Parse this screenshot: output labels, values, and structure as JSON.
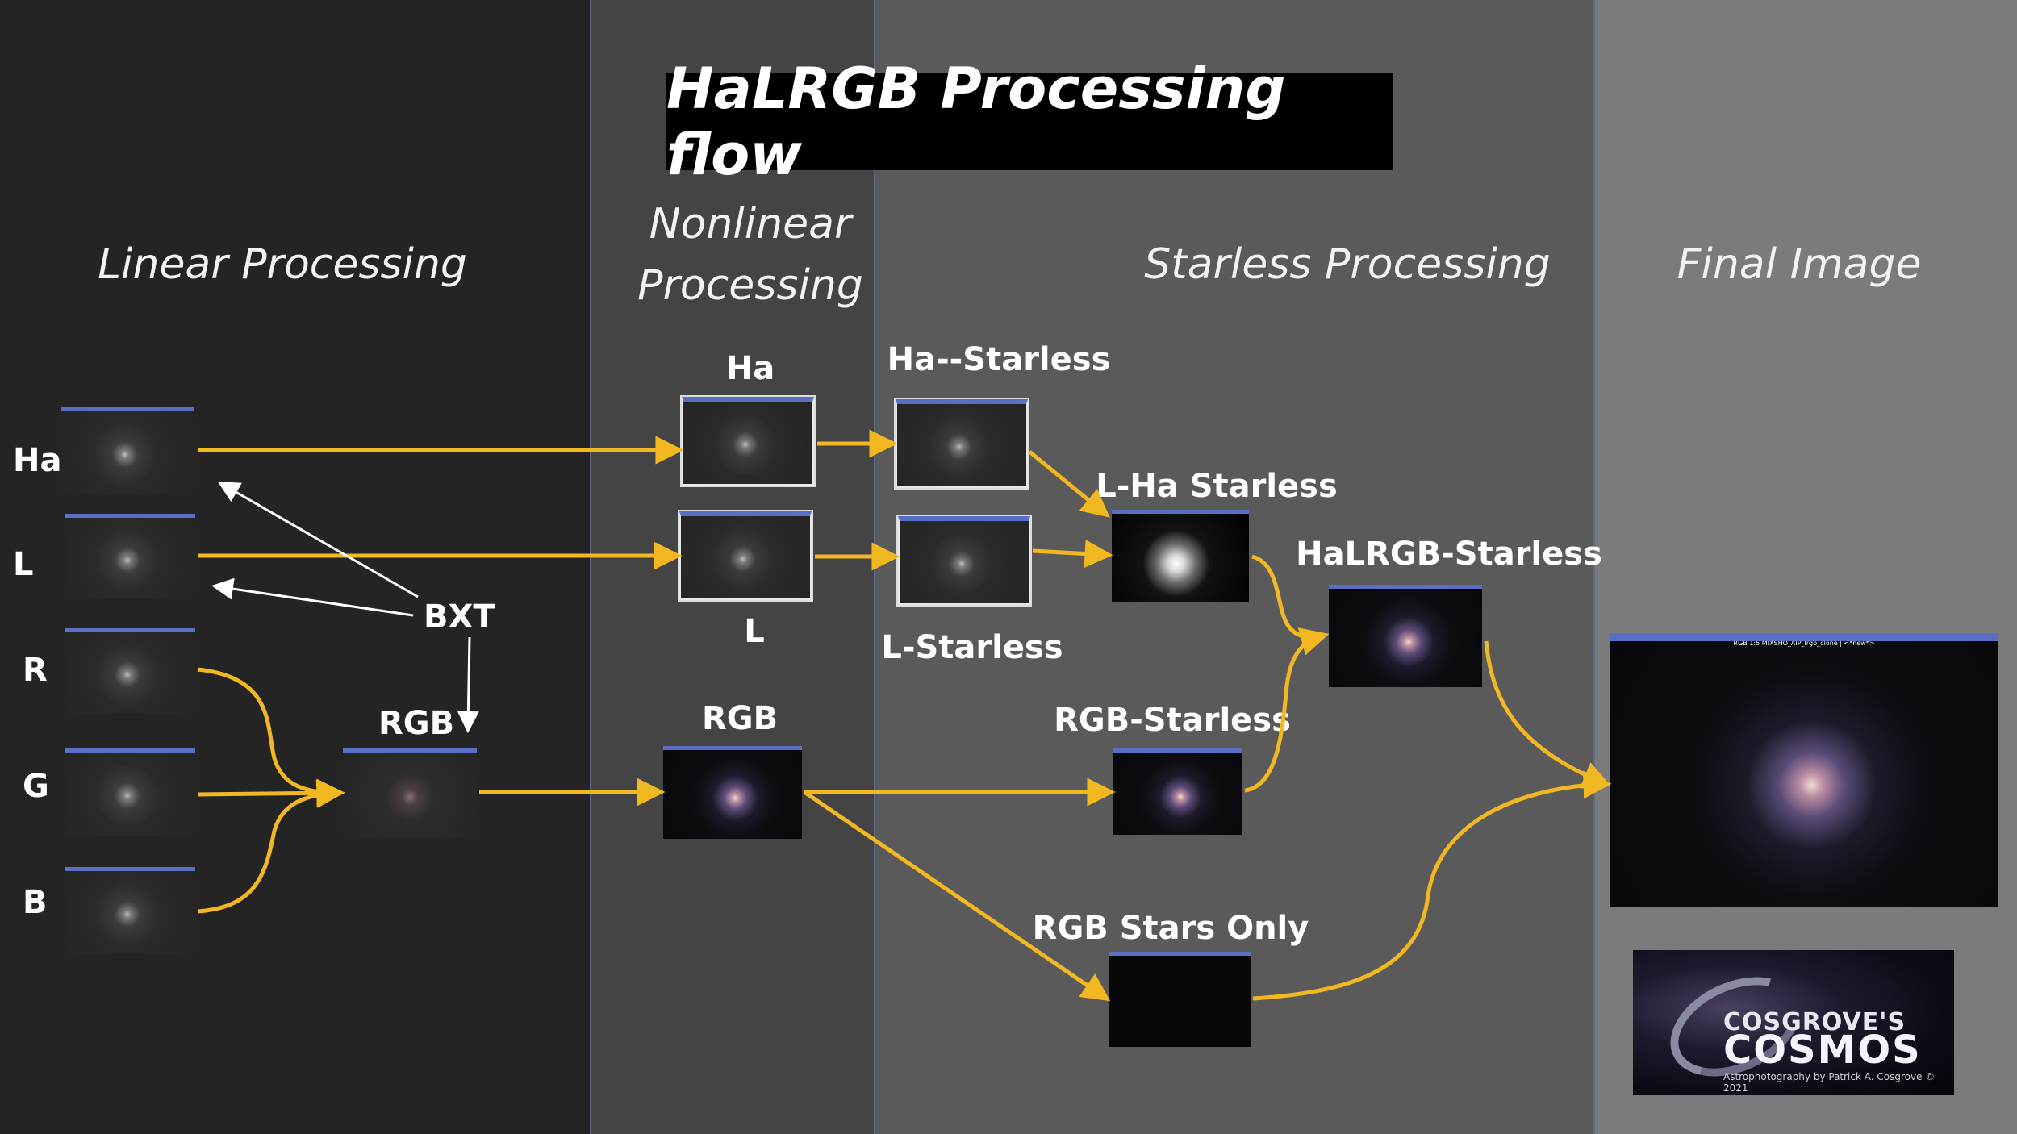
{
  "title": "HaLRGB Processing flow",
  "sections": {
    "linear": "Linear Processing",
    "nonlinear_1": "Nonlinear",
    "nonlinear_2": "Processing",
    "starless": "Starless Processing",
    "final": "Final Image"
  },
  "labels": {
    "ha": "Ha",
    "l": "L",
    "r": "R",
    "g": "G",
    "b": "B",
    "bxt": "BXT",
    "rgb_linear": "RGB",
    "ha_nonlinear": "Ha",
    "l_nonlinear": "L",
    "rgb_nonlinear": "RGB",
    "ha_starless": "Ha--Starless",
    "l_starless": "L-Starless",
    "lha_starless": "L-Ha Starless",
    "rgb_starless": "RGB-Starless",
    "halrgb_starless": "HaLRGB-Starless",
    "rgb_stars_only": "RGB Stars Only"
  },
  "final_image": {
    "window_title": "RGB 1:5 MIXSHO_AIP_Irgb_clone | <*new*>"
  },
  "logo": {
    "line1": "COSGROVE'S",
    "line2": "COSMOS",
    "line3": "Astrophotography by Patrick A. Cosgrove © 2021"
  },
  "colors": {
    "arrow": "#f2b822",
    "pointer": "#ffffff",
    "frame": "#5a6fc4"
  }
}
